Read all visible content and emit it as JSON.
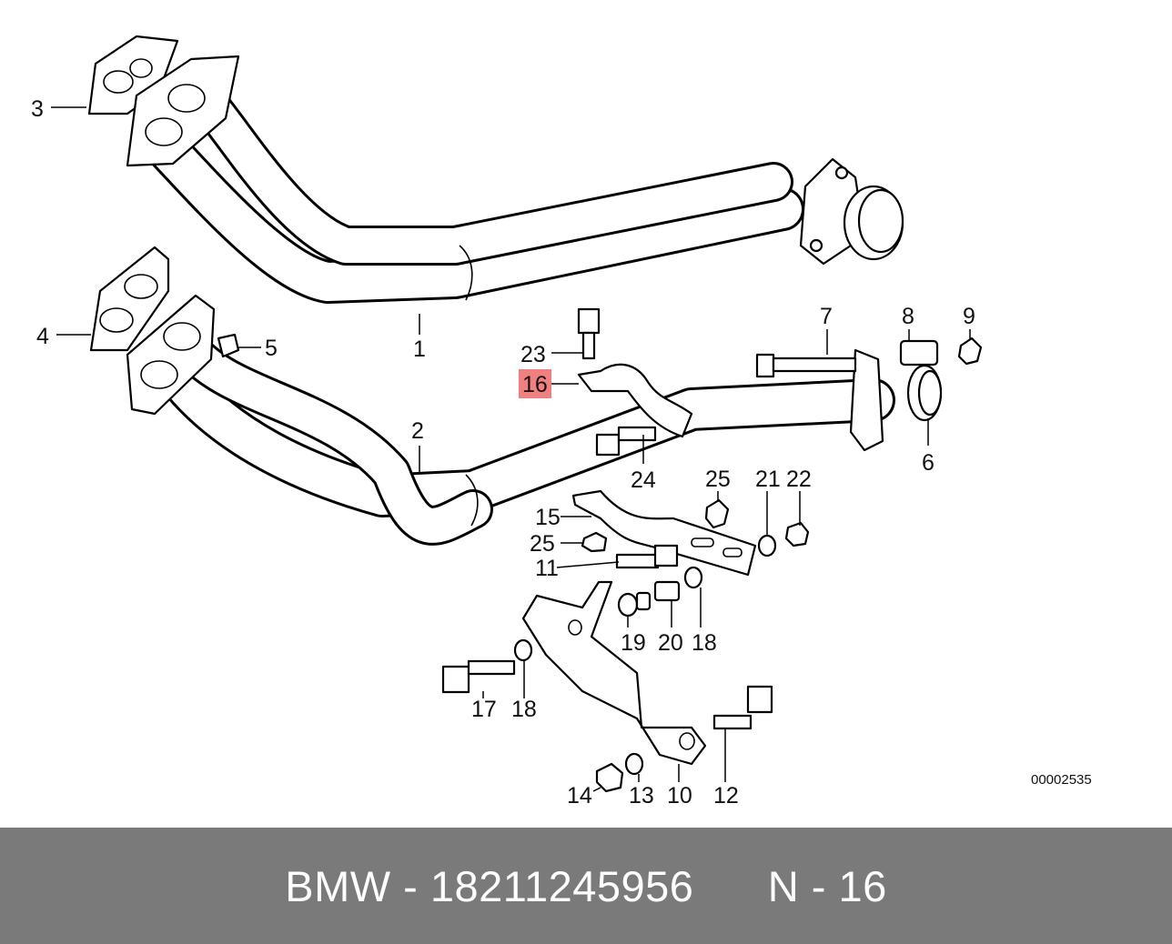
{
  "diagram": {
    "labels": {
      "l1": "1",
      "l2": "2",
      "l3": "3",
      "l4": "4",
      "l5": "5",
      "l6": "6",
      "l7": "7",
      "l8": "8",
      "l9": "9",
      "l10": "10",
      "l11": "11",
      "l12": "12",
      "l13": "13",
      "l14": "14",
      "l15": "15",
      "l16": "16",
      "l17": "17",
      "l18a": "18",
      "l18b": "18",
      "l19": "19",
      "l20": "20",
      "l21": "21",
      "l22": "22",
      "l23": "23",
      "l24": "24",
      "l25a": "25",
      "l25b": "25"
    },
    "highlight_color": "#f08080",
    "reference_number": "00002535"
  },
  "footer": {
    "brand": "BMW",
    "separator": " - ",
    "part_number": "18211245956",
    "position_label": "N - 16",
    "background": "#7a7a7a"
  }
}
